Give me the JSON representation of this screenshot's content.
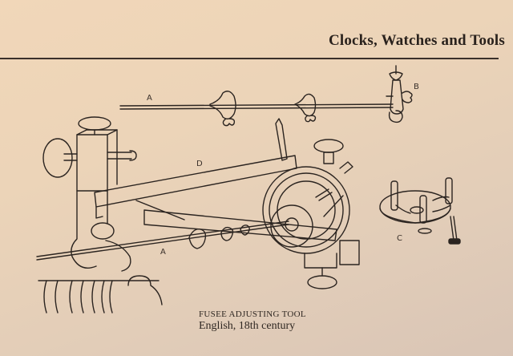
{
  "running_head": {
    "title": "Clocks, Watches and Tools"
  },
  "illustration": {
    "subject": "fusee-adjusting-tool-drawing",
    "labels": {
      "a_top": "A",
      "b": "B",
      "d": "D",
      "a_bottom": "A",
      "c": "C"
    }
  },
  "caption": {
    "title": "FUSEE ADJUSTING TOOL",
    "subtitle": "English, 18th century"
  },
  "colors": {
    "paper": "#ecd4b8",
    "ink": "#2b2420"
  }
}
